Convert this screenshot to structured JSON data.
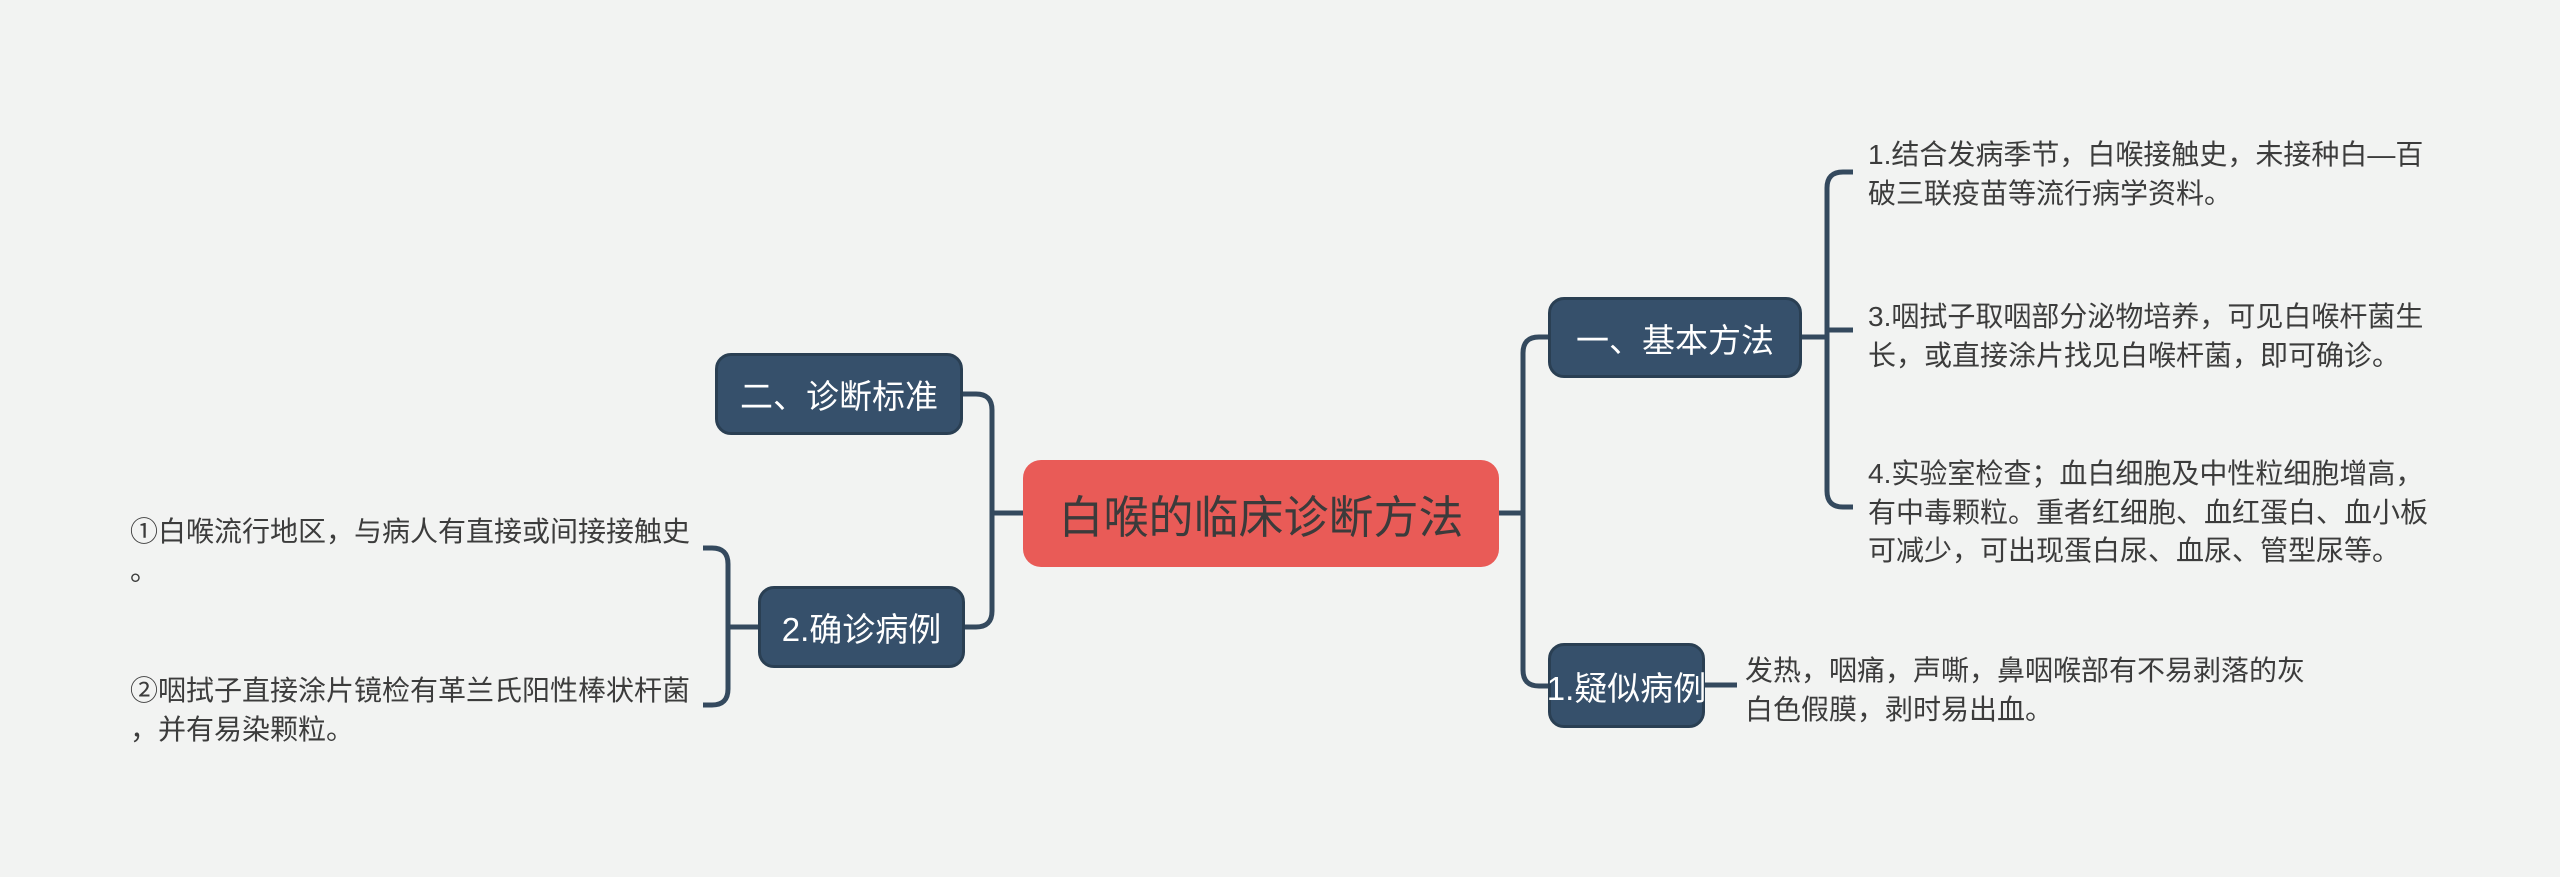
{
  "palette": {
    "background": "#f2f3f2",
    "node_fill": "#36506b",
    "node_border": "#2a3f53",
    "node_text": "#ffffff",
    "root_fill": "#e95b57",
    "root_text": "#3b3b3b",
    "body_text": "#3c3c3c",
    "connector": "#34495e"
  },
  "root": {
    "label": "白喉的临床诊断方法"
  },
  "right": {
    "basic": {
      "label": "一、基本方法",
      "items": [
        "1.结合发病季节，白喉接触史，未接种白—百破三联疫苗等流行病学资料。",
        "3.咽拭子取咽部分泌物培养，可见白喉杆菌生长，或直接涂片找见白喉杆菌，即可确诊。",
        "4.实验室检查；血白细胞及中性粒细胞增高，有中毒颗粒。重者红细胞、血红蛋白、血小板可减少，可出现蛋白尿、血尿、管型尿等。"
      ]
    },
    "suspected": {
      "label": "1.疑似病例",
      "note": "发热，咽痛，声嘶，鼻咽喉部有不易剥落的灰白色假膜，剥时易出血。"
    }
  },
  "left": {
    "criteria": {
      "label": "二、诊断标准"
    },
    "confirmed": {
      "label": "2.确诊病例",
      "items": [
        "①白喉流行地区，与病人有直接或间接接触史。",
        "②咽拭子直接涂片镜检有革兰氏阳性棒状杆菌，并有易染颗粒。"
      ]
    }
  }
}
